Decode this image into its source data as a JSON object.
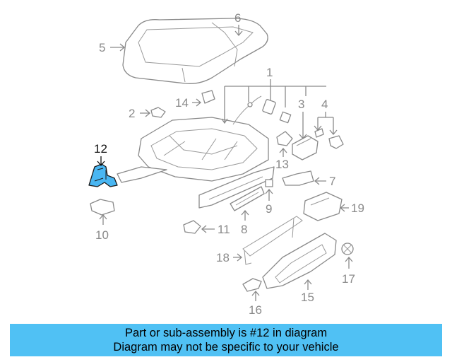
{
  "callouts": {
    "c1": "1",
    "c2": "2",
    "c3": "3",
    "c4": "4",
    "c5": "5",
    "c6": "6",
    "c7": "7",
    "c8": "8",
    "c9": "9",
    "c10": "10",
    "c11": "11",
    "c12": "12",
    "c13": "13",
    "c14": "14",
    "c15": "15",
    "c16": "16",
    "c17": "17",
    "c18": "18",
    "c19": "19"
  },
  "highlight": {
    "part": "12",
    "color": "#49b6f2"
  },
  "banner": {
    "line1": "Part or sub-assembly is #12 in diagram",
    "line2": "Diagram may not be specific to your vehicle",
    "background": "#50c1f4"
  }
}
